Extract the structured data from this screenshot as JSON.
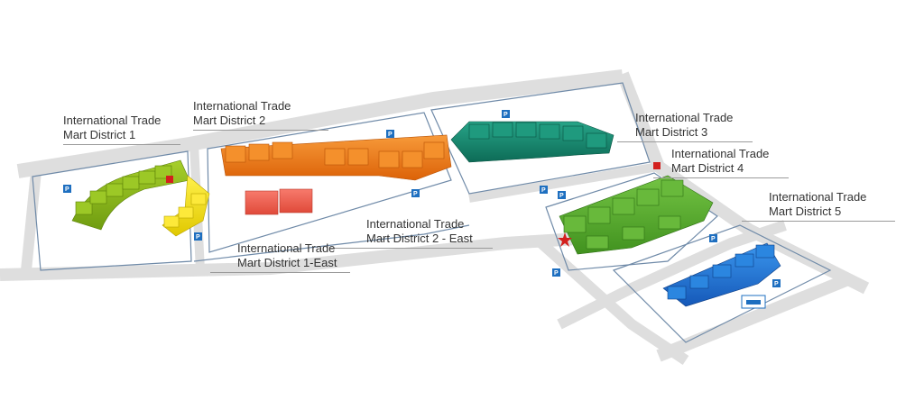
{
  "map": {
    "districts": [
      {
        "id": "d1",
        "line1": "International Trade",
        "line2": "Mart District 1",
        "color": "#8dbb1b"
      },
      {
        "id": "d1e",
        "line1": "International Trade",
        "line2": "Mart District 1-East",
        "color": "#f2e21a"
      },
      {
        "id": "d2",
        "line1": "International Trade",
        "line2": "Mart District 2",
        "color": "#ee7a14"
      },
      {
        "id": "d2e",
        "line1": "International Trade",
        "line2": "Mart District 2 - East",
        "color": "#ee5a48"
      },
      {
        "id": "d3",
        "line1": "International Trade",
        "line2": "Mart District 3",
        "color": "#13876f"
      },
      {
        "id": "d4",
        "line1": "International Trade",
        "line2": "Mart District 4",
        "color": "#56ab2f"
      },
      {
        "id": "d5",
        "line1": "International Trade",
        "line2": "Mart District 5",
        "color": "#1a73d0"
      }
    ],
    "colors": {
      "road": "#dedede",
      "road_edge": "#cfcfcf",
      "outline": "#6f8aa8",
      "parking": "#1e6fc0",
      "marker": "#d3201e"
    },
    "icons": [
      "parking-icon",
      "restroom-icon",
      "first-aid-icon",
      "bus-icon",
      "star-marker-icon"
    ]
  }
}
